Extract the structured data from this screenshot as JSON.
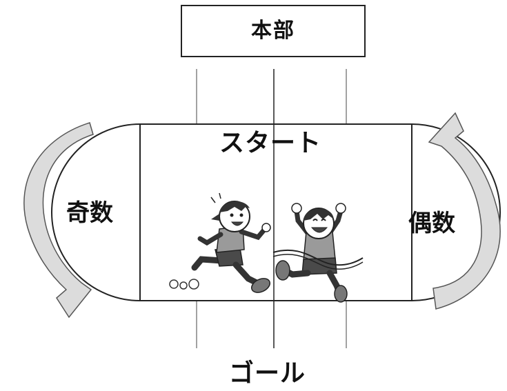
{
  "headquarters": {
    "label": "本部"
  },
  "track": {
    "start_label": "スタート",
    "goal_label": "ゴール",
    "left_turn_label": "奇数",
    "right_turn_label": "偶数"
  },
  "colors": {
    "line": "#222222",
    "arrow_fill": "#dcdcdc",
    "arrow_stroke": "#555555",
    "shirt": "#9a9a9a",
    "shorts": "#4a4a4a"
  },
  "icons": {
    "left_arrow": "curved-arrow-down-icon",
    "right_arrow": "curved-arrow-up-icon",
    "runner": "running-child-illustration",
    "winner": "winning-child-illustration"
  }
}
